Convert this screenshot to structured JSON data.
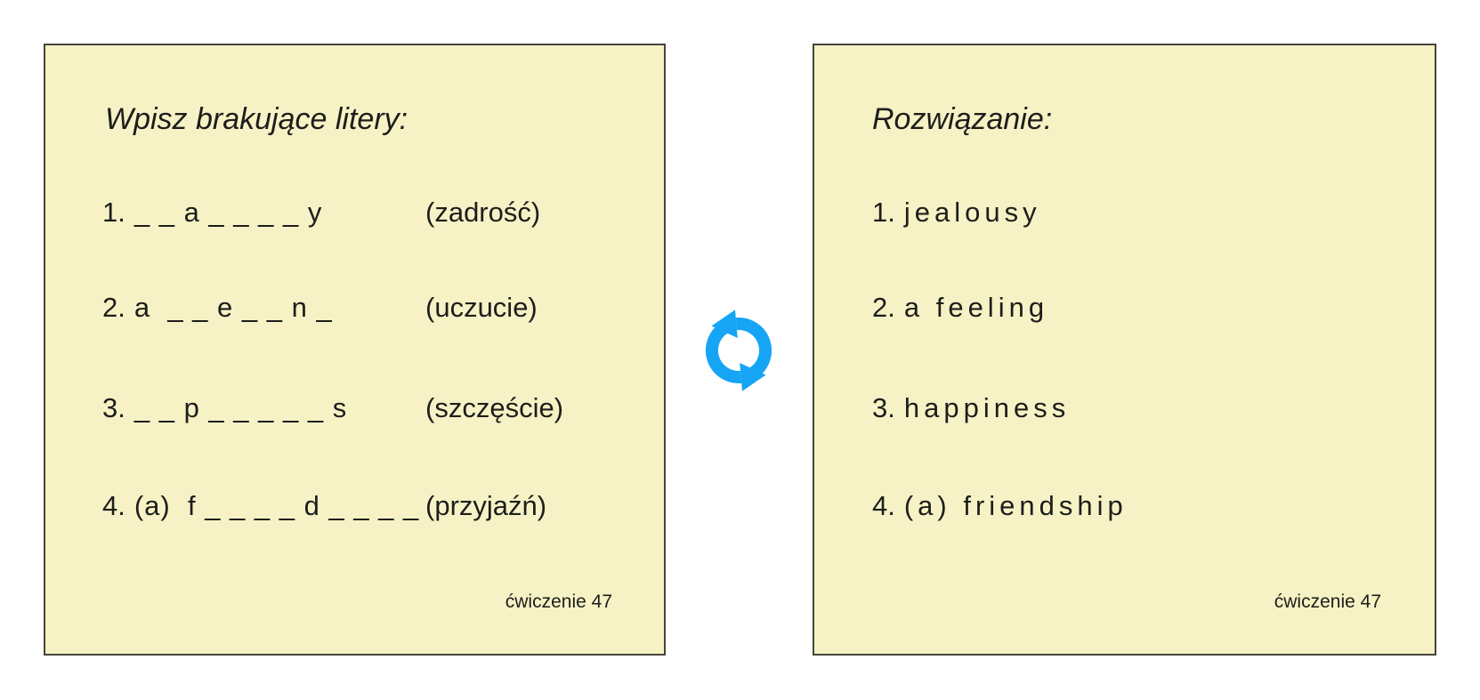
{
  "left_card": {
    "title": "Wpisz brakujące litery:",
    "items": [
      {
        "num": "1.",
        "puzzle": "_ _ a _ _ _ _ y",
        "hint": "(zadrość)"
      },
      {
        "num": "2.",
        "puzzle": "a  _ _ e _ _ n _",
        "hint": "(uczucie)"
      },
      {
        "num": "3.",
        "puzzle": "_ _ p _ _ _ _ _ s",
        "hint": "(szczęście)"
      },
      {
        "num": "4.",
        "puzzle": "(a)  f _ _ _ _ d _ _ _ _",
        "hint": "(przyjaźń)"
      }
    ],
    "footer": "ćwiczenie 47"
  },
  "right_card": {
    "title": "Rozwiązanie:",
    "items": [
      {
        "num": "1.",
        "answer": "jealousy"
      },
      {
        "num": "2.",
        "answer": "a feeling"
      },
      {
        "num": "3.",
        "answer": "happiness"
      },
      {
        "num": "4.",
        "answer": "(a) friendship"
      }
    ],
    "footer": "ćwiczenie 47"
  },
  "divider": {
    "icon": "sync-arrows-icon",
    "color": "#16a5f5"
  },
  "colors": {
    "page_background": "#ffffff",
    "card_background": "#f6f2c5",
    "card_border": "#45443c",
    "text": "#1d1d1b",
    "accent_blue": "#16a5f5"
  }
}
